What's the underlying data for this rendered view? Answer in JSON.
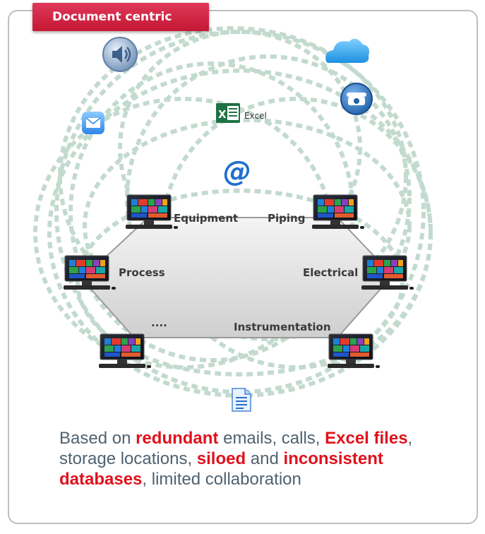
{
  "header": {
    "tag": "Document centric"
  },
  "nodes": {
    "equipment": "Equipment",
    "piping": "Piping",
    "process": "Process",
    "electrical": "Electrical",
    "ellipsis": "....",
    "instrumentation": "Instrumentation"
  },
  "icons": {
    "excel_label": "Excel",
    "at_symbol": "@"
  },
  "caption": {
    "t1": "Based on ",
    "h1": "redundant",
    "t2": " emails, calls, ",
    "h2": "Excel files",
    "t3": ", storage locations, ",
    "h3": "siloed",
    "t4": " and ",
    "h4": "inconsistent databases",
    "t5": ", limited collaboration"
  },
  "colors": {
    "tag": "#d6203f",
    "highlight": "#e0111c",
    "caption_text": "#4f6270",
    "dashed_link": "#b9d4c6"
  }
}
